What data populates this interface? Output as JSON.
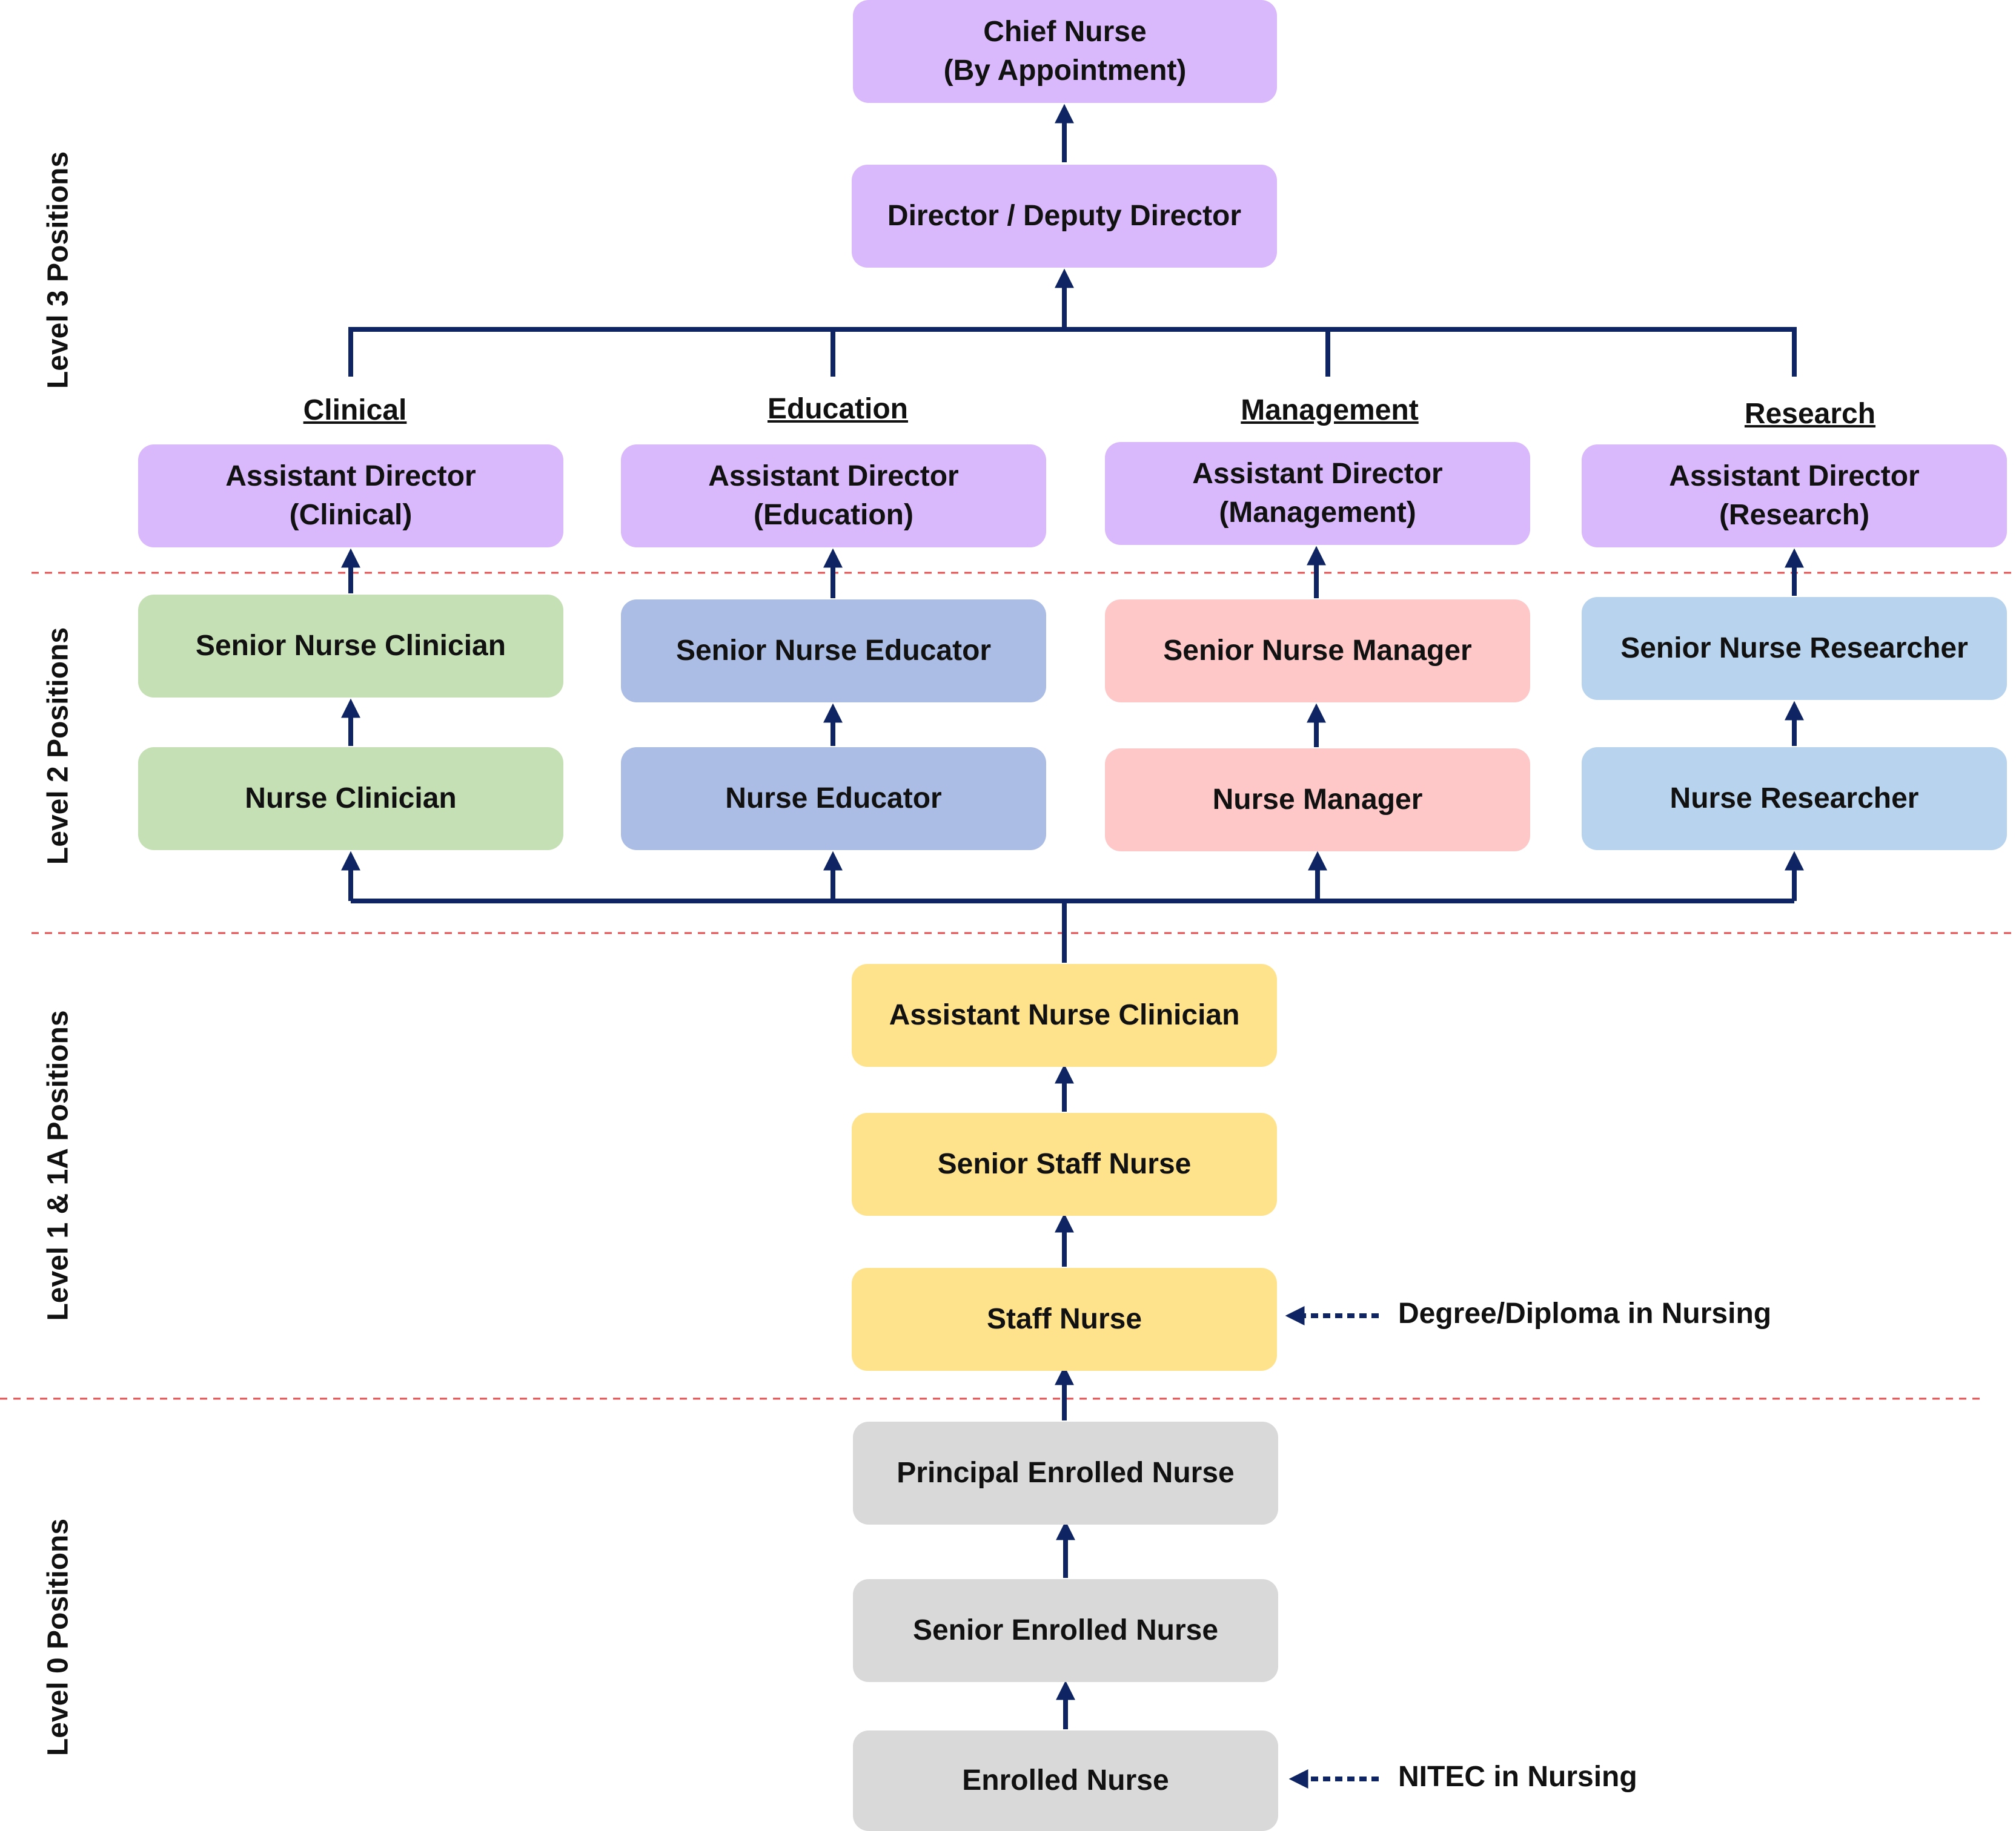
{
  "levels": {
    "level3": "Level 3 Positions",
    "level2": "Level 2 Positions",
    "level1": "Level 1 & 1A Positions",
    "level0": "Level 0 Positions"
  },
  "tracks": {
    "clinical": "Clinical",
    "education": "Education",
    "management": "Management",
    "research": "Research"
  },
  "positions": {
    "chief_nurse": "Chief Nurse\n(By Appointment)",
    "director": "Director / Deputy Director",
    "ad_clinical": "Assistant Director\n(Clinical)",
    "ad_education": "Assistant Director\n(Education)",
    "ad_management": "Assistant Director\n(Management)",
    "ad_research": "Assistant Director\n(Research)",
    "senior_nurse_clinician": "Senior Nurse Clinician",
    "senior_nurse_educator": "Senior Nurse Educator",
    "senior_nurse_manager": "Senior Nurse Manager",
    "senior_nurse_researcher": "Senior Nurse Researcher",
    "nurse_clinician": "Nurse Clinician",
    "nurse_educator": "Nurse Educator",
    "nurse_manager": "Nurse Manager",
    "nurse_researcher": "Nurse Researcher",
    "assistant_nurse_clinician": "Assistant Nurse Clinician",
    "senior_staff_nurse": "Senior Staff Nurse",
    "staff_nurse": "Staff Nurse",
    "principal_enrolled_nurse": "Principal Enrolled Nurse",
    "senior_enrolled_nurse": "Senior Enrolled Nurse",
    "enrolled_nurse": "Enrolled Nurse"
  },
  "qualifications": {
    "staff_nurse_entry": "Degree/Diploma in Nursing",
    "enrolled_nurse_entry": "NITEC in Nursing"
  },
  "colors": {
    "level3": "#d9b8fb",
    "clinical": "#c5e0b4",
    "education": "#abbde5",
    "management": "#ffc8c8",
    "research": "#b8d3ed",
    "level1": "#ffe28c",
    "level0": "#d9d9d9",
    "connector": "#0f2463",
    "level_divider": "#e05050"
  }
}
